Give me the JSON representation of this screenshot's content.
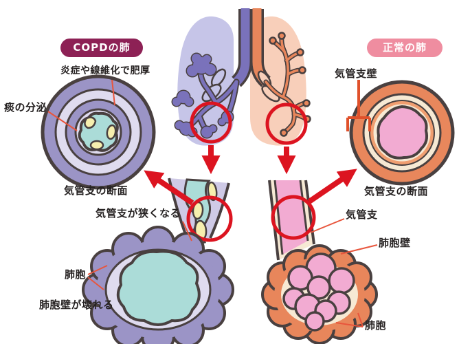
{
  "diagram": {
    "left": {
      "badge": "COPDの肺",
      "labels": {
        "thickening": "炎症や線維化で肥厚",
        "sputum": "痰の分泌",
        "cross_section": "気管支の断面",
        "narrowing": "気管支が狭くなる",
        "alveoli": "肺胞",
        "wall_destroyed": "肺胞壁が壊れる"
      }
    },
    "right": {
      "badge": "正常の肺",
      "labels": {
        "bronchial_wall": "気管支壁",
        "cross_section": "気管支の断面",
        "bronchus": "気管支",
        "alveolar_wall": "肺胞壁",
        "alveoli": "肺胞"
      }
    },
    "colors": {
      "copd_badge": "#8d2155",
      "normal_badge": "#ef8da0",
      "red_marker": "#dc1420",
      "pointer_line": "#e8553c",
      "copd_lung_bg": "#c6c5e8",
      "copd_bronchi": "#7a72bb",
      "copd_wall": "#9b94c6",
      "copd_wall_light": "#dfdbef",
      "mucus_yellow": "#f6efae",
      "airway_teal": "#abdcd8",
      "normal_lung_bg": "#f8cfba",
      "normal_bronchi": "#e8865b",
      "cream": "#f6e9d4",
      "airway_pink": "#f2abd2",
      "outline": "#494040",
      "text": "#262222"
    }
  }
}
